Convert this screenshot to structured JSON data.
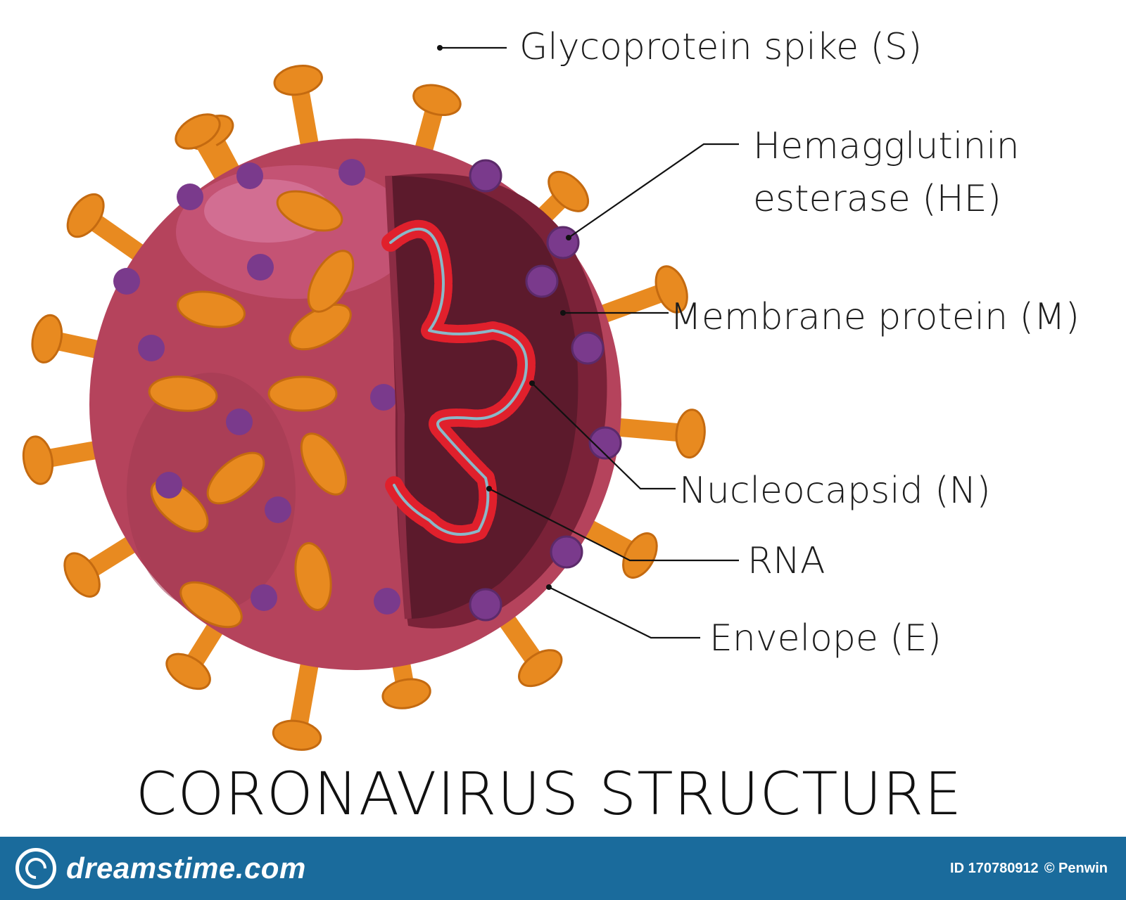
{
  "diagram": {
    "title": "CORONAVIRUS STRUCTURE",
    "labels": {
      "spike": "Glycoprotein spike (S)",
      "he_line1": "Hemagglutinin",
      "he_line2": "esterase (HE)",
      "membrane": "Membrane protein (M)",
      "nucleocapsid": "Nucleocapsid (N)",
      "rna": "RNA",
      "envelope": "Envelope (E)"
    }
  },
  "footer": {
    "brand": "dreamstime.com",
    "image_id": "ID 170780912",
    "author": "© Penwin"
  },
  "colors": {
    "body": "#b5435c",
    "body_light": "#d0688a",
    "core": "#5c1a2c",
    "spike": "#e88a20",
    "spike_dark": "#c46a10",
    "he_protein": "#7a3a8c",
    "nucleocapsid": "#e0202c",
    "rna": "#8ab8c8",
    "footer_bg": "#1a6b9c"
  }
}
